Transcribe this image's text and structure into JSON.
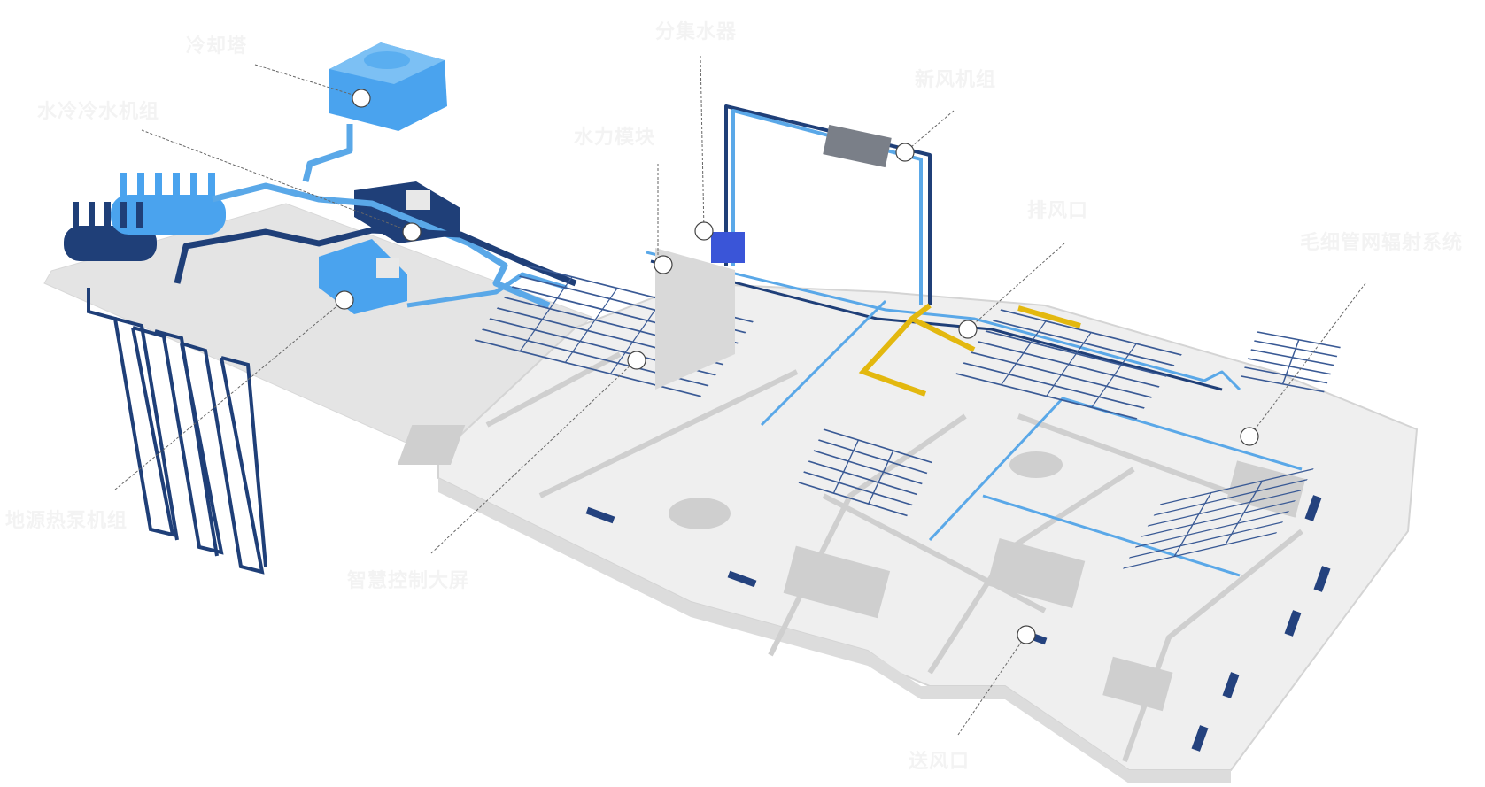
{
  "labels": {
    "cooling_tower": "冷却塔",
    "water_chiller": "水冷冷水机组",
    "manifold": "分集水器",
    "hydraulic_module": "水力模块",
    "fresh_air_unit": "新风机组",
    "exhaust_outlet": "排风口",
    "capillary_system": "毛细管网辐射系统",
    "ground_heat_pump": "地源热泵机组",
    "smart_screen": "智慧控制大屏",
    "supply_outlet": "送风口"
  },
  "colors": {
    "dark_pipe": "#1f3f78",
    "light_pipe": "#5aa8e8",
    "equipment_blue": "#4aa3ee",
    "duct_yellow": "#e3b80f",
    "floor": "#e6e6e6",
    "marker": "#ffffff"
  }
}
